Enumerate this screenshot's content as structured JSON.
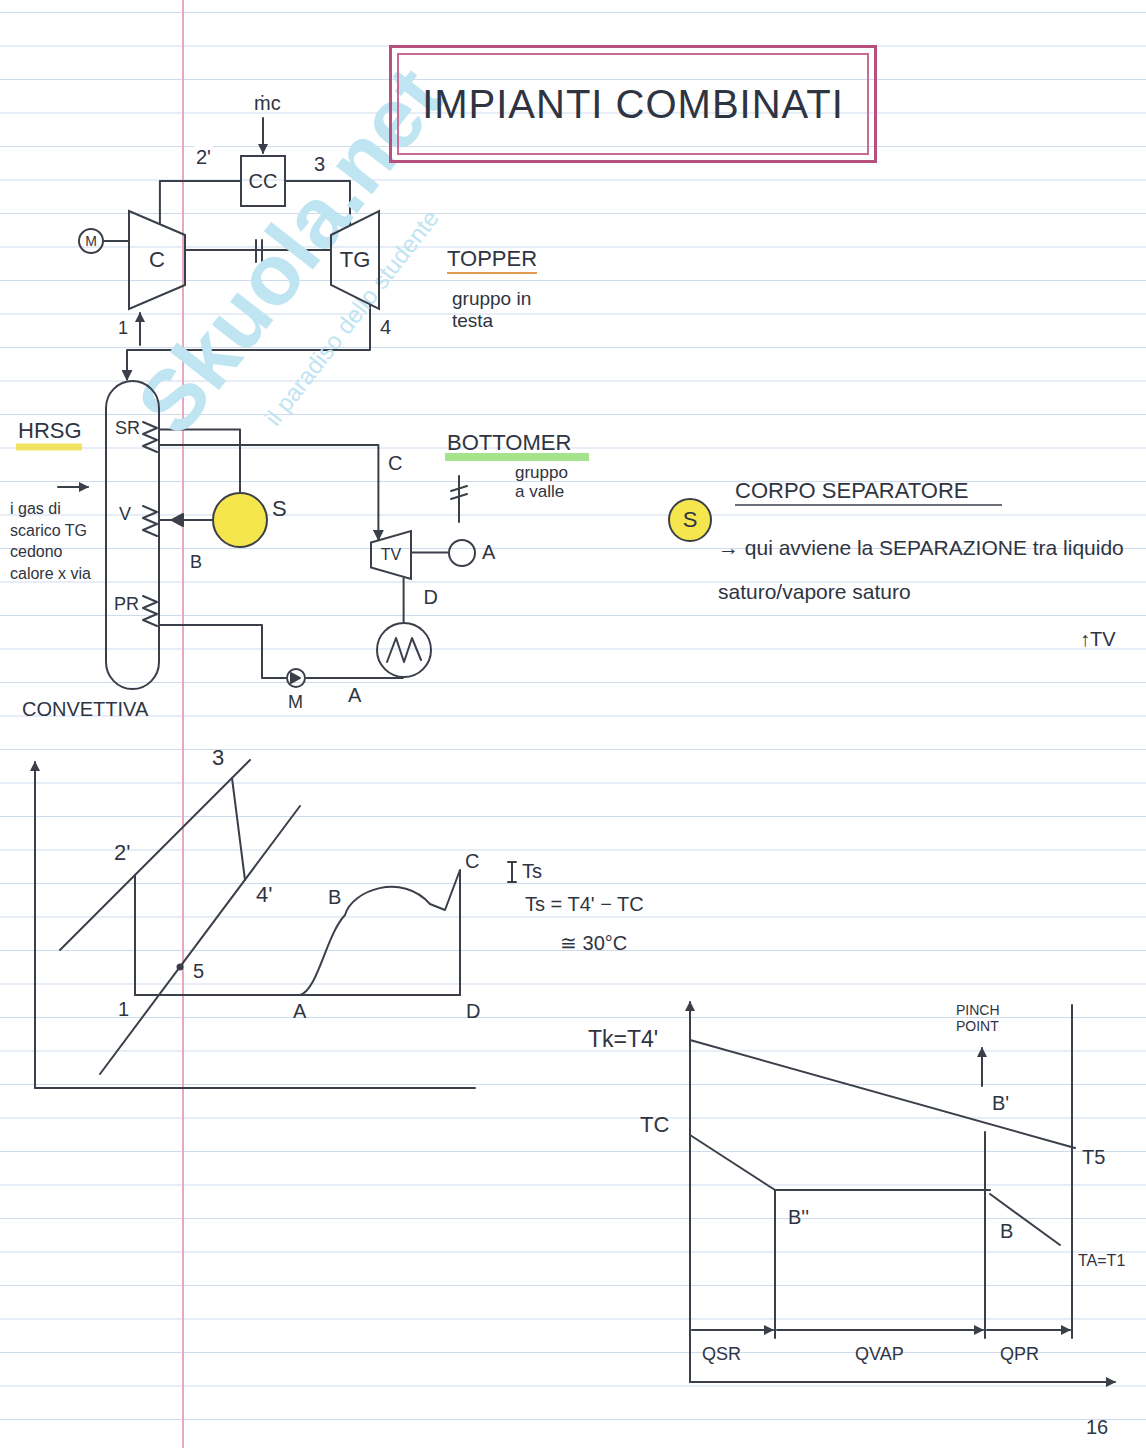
{
  "diagram": {
    "title": "IMPIANTI COMBINATI",
    "nodes": [
      {
        "text": [
          "CC"
        ]
      },
      {
        "text": [
          "M"
        ]
      },
      {
        "text": [
          "C"
        ]
      },
      {
        "text": [
          "TG"
        ]
      },
      {
        "text": [
          "SR",
          "V",
          "PR"
        ]
      },
      {
        "text": [
          "S"
        ]
      },
      {
        "text": [
          "TV"
        ]
      },
      {
        "text": [
          "A"
        ]
      },
      {
        "text": [
          "D"
        ]
      },
      {
        "text": [
          "M"
        ]
      },
      {
        "text": [
          "S"
        ]
      }
    ],
    "edges": [
      {
        "from": 2,
        "to": 0,
        "label": "2'",
        "arrow": "none"
      },
      {
        "from": 0,
        "to": 3,
        "label": "3",
        "arrow": "none"
      },
      {
        "from": 1,
        "to": 2,
        "arrow": "none"
      },
      {
        "from": 2,
        "to": 3,
        "arrow": "none"
      },
      {
        "from": 3,
        "to": 4,
        "label": "4",
        "arrow": "to"
      },
      {
        "from": 4,
        "to": 6,
        "label": "C",
        "arrow": "to"
      },
      {
        "from": 4,
        "to": 5,
        "arrow": "none"
      },
      {
        "from": 4,
        "to": 5,
        "arrow": "none"
      },
      {
        "from": 6,
        "to": 7,
        "arrow": "none"
      },
      {
        "from": 6,
        "to": 8,
        "arrow": "none"
      },
      {
        "from": 8,
        "to": 9,
        "label": "A",
        "arrow": "none"
      },
      {
        "from": 9,
        "to": 4,
        "arrow": "none"
      }
    ],
    "labels": [
      "ṁc",
      "1",
      "TOPPER",
      "gruppo in testa",
      "HRSG",
      "i gas di scarico TG cedono calore x via",
      "CONVETTIVA",
      "B",
      "BOTTOMER",
      "gruppo a valle",
      "CORPO SEPARATORE",
      "→ qui avviene la SEPARAZIONE tra liquido saturo/vapore saturo",
      "↑TV",
      "3",
      "2'",
      "4'",
      "5",
      "1",
      "A",
      "B",
      "C",
      "D",
      "Ts",
      "Ts = T4' − TC",
      "≅ 30°C",
      "Tk=T4'",
      "PINCH POINT",
      "B'",
      "T5",
      "TC",
      "B''",
      "B",
      "TA=T1",
      "QSR",
      "QVAP",
      "QPR",
      "16",
      "Skuola.net",
      "il paradiso dello studente"
    ]
  }
}
